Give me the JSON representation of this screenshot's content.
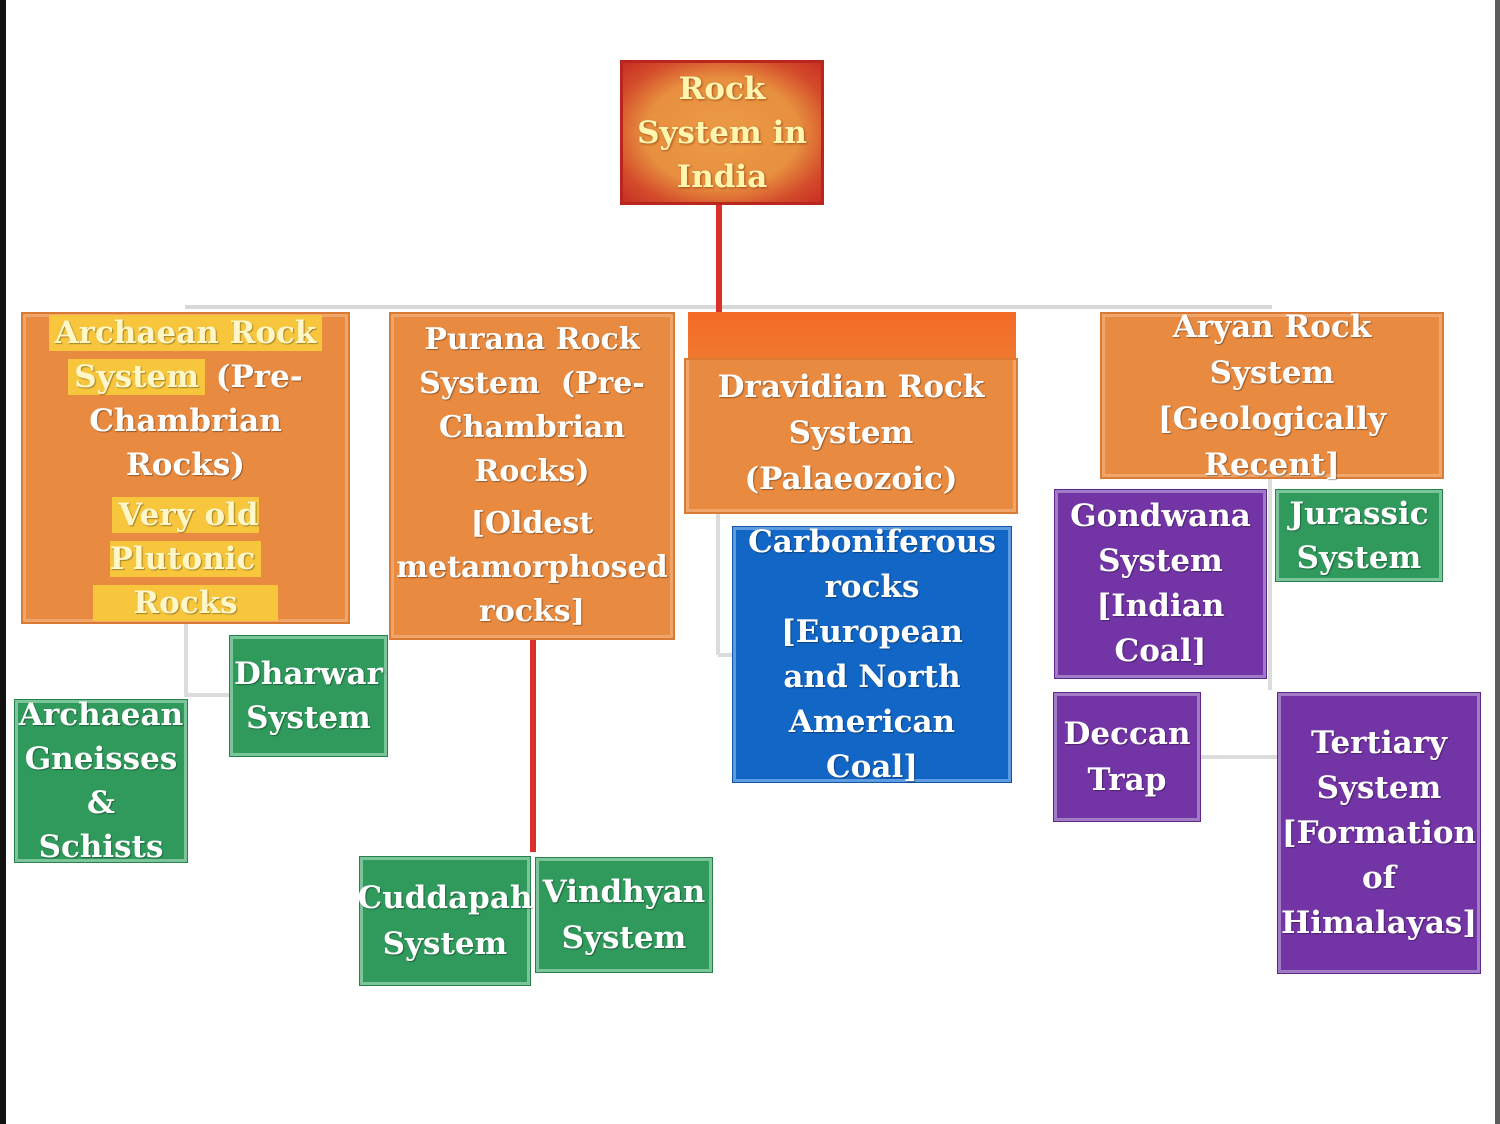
{
  "root": {
    "lines": [
      "Rock",
      "System in",
      "India"
    ]
  },
  "archaean": {
    "line1": "Archaean Rock",
    "line2_hl": "System",
    "line2_rest": " (Pre-",
    "line3": "Chambrian Rocks)",
    "sub1": "Very old Plutonic",
    "sub2": "Rocks"
  },
  "purana": {
    "lines": [
      "Purana Rock",
      "System  (Pre-",
      "Chambrian",
      "Rocks)",
      "[Oldest",
      "metamorphosed",
      "rocks]"
    ]
  },
  "dravidian": {
    "lines": [
      "Dravidian Rock",
      "System (Palaeozoic)"
    ]
  },
  "aryan": {
    "lines": [
      "Aryan Rock System",
      "[Geologically Recent]"
    ]
  },
  "dharwar": {
    "lines": [
      "Dharwar",
      "System"
    ]
  },
  "archaean_gneisses": {
    "lines": [
      "Archaean",
      "Gneisses",
      "& Schists"
    ]
  },
  "cuddapah": {
    "lines": [
      "Cuddapah",
      "System"
    ]
  },
  "vindhyan": {
    "lines": [
      "Vindhyan",
      "System"
    ]
  },
  "carboniferous": {
    "lines": [
      "Carboniferous",
      "rocks [European",
      "and North",
      "American Coal]"
    ]
  },
  "gondwana": {
    "lines": [
      "Gondwana",
      "System",
      "[Indian Coal]"
    ]
  },
  "jurassic": {
    "lines": [
      "Jurassic",
      "System"
    ]
  },
  "deccan": {
    "lines": [
      "Deccan",
      "Trap"
    ]
  },
  "tertiary": {
    "lines": [
      "Tertiary",
      "System",
      "[Formation",
      "of",
      "Himalayas]"
    ]
  },
  "colors": {
    "orange": "#e88a40",
    "green": "#2f9a5b",
    "purple": "#7334a6",
    "blue": "#1166c6",
    "red_connector": "#d9302a",
    "highlight": "#f7c63c"
  }
}
